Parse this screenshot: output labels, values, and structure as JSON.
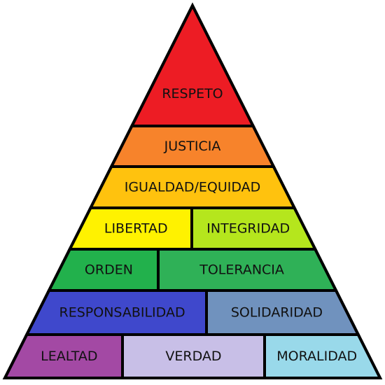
{
  "pyramid": {
    "levels": [
      {
        "blocks": [
          {
            "label": "RESPETO",
            "color": "#ed1c24"
          }
        ]
      },
      {
        "blocks": [
          {
            "label": "JUSTICIA",
            "color": "#f7832b"
          }
        ]
      },
      {
        "blocks": [
          {
            "label": "IGUALDAD/EQUIDAD",
            "color": "#ffc20e"
          }
        ]
      },
      {
        "blocks": [
          {
            "label": "LIBERTAD",
            "color": "#fff200"
          },
          {
            "label": "INTEGRIDAD",
            "color": "#b5e61d"
          }
        ]
      },
      {
        "blocks": [
          {
            "label": "ORDEN",
            "color": "#22b14c"
          },
          {
            "label": "TOLERANCIA",
            "color": "#2fb157"
          }
        ]
      },
      {
        "blocks": [
          {
            "label": "RESPONSABILIDAD",
            "color": "#3f48cc"
          },
          {
            "label": "SOLIDARIDAD",
            "color": "#7092be"
          }
        ]
      },
      {
        "blocks": [
          {
            "label": "LEALTAD",
            "color": "#a349a4"
          },
          {
            "label": "VERDAD",
            "color": "#c8bfe7"
          },
          {
            "label": "MORALIDAD",
            "color": "#99d9ea"
          }
        ]
      }
    ]
  }
}
